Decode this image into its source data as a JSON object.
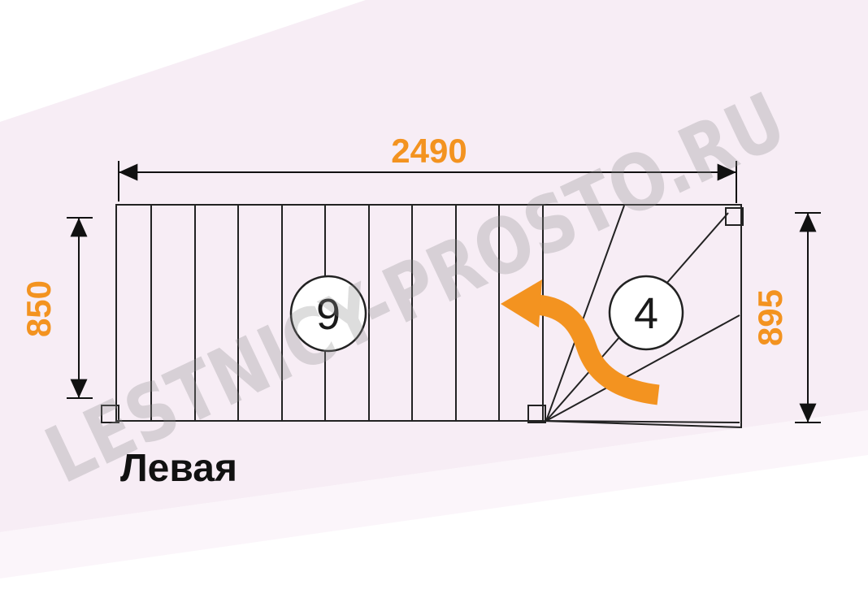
{
  "diagram": {
    "title_caption": "Левая",
    "watermark": "LESTNICY-PROSTO.RU",
    "dimensions": {
      "top_width": "2490",
      "left_height": "850",
      "right_height": "895"
    },
    "straight_flight": {
      "steps_count": "9"
    },
    "winder": {
      "steps_count": "4"
    },
    "colors": {
      "accent_orange": "#F39320",
      "line_black": "#222222",
      "background_pink": "#f7edf5",
      "watermark_gray": "#8d8d8d",
      "step_fill": "#ffffff"
    }
  }
}
